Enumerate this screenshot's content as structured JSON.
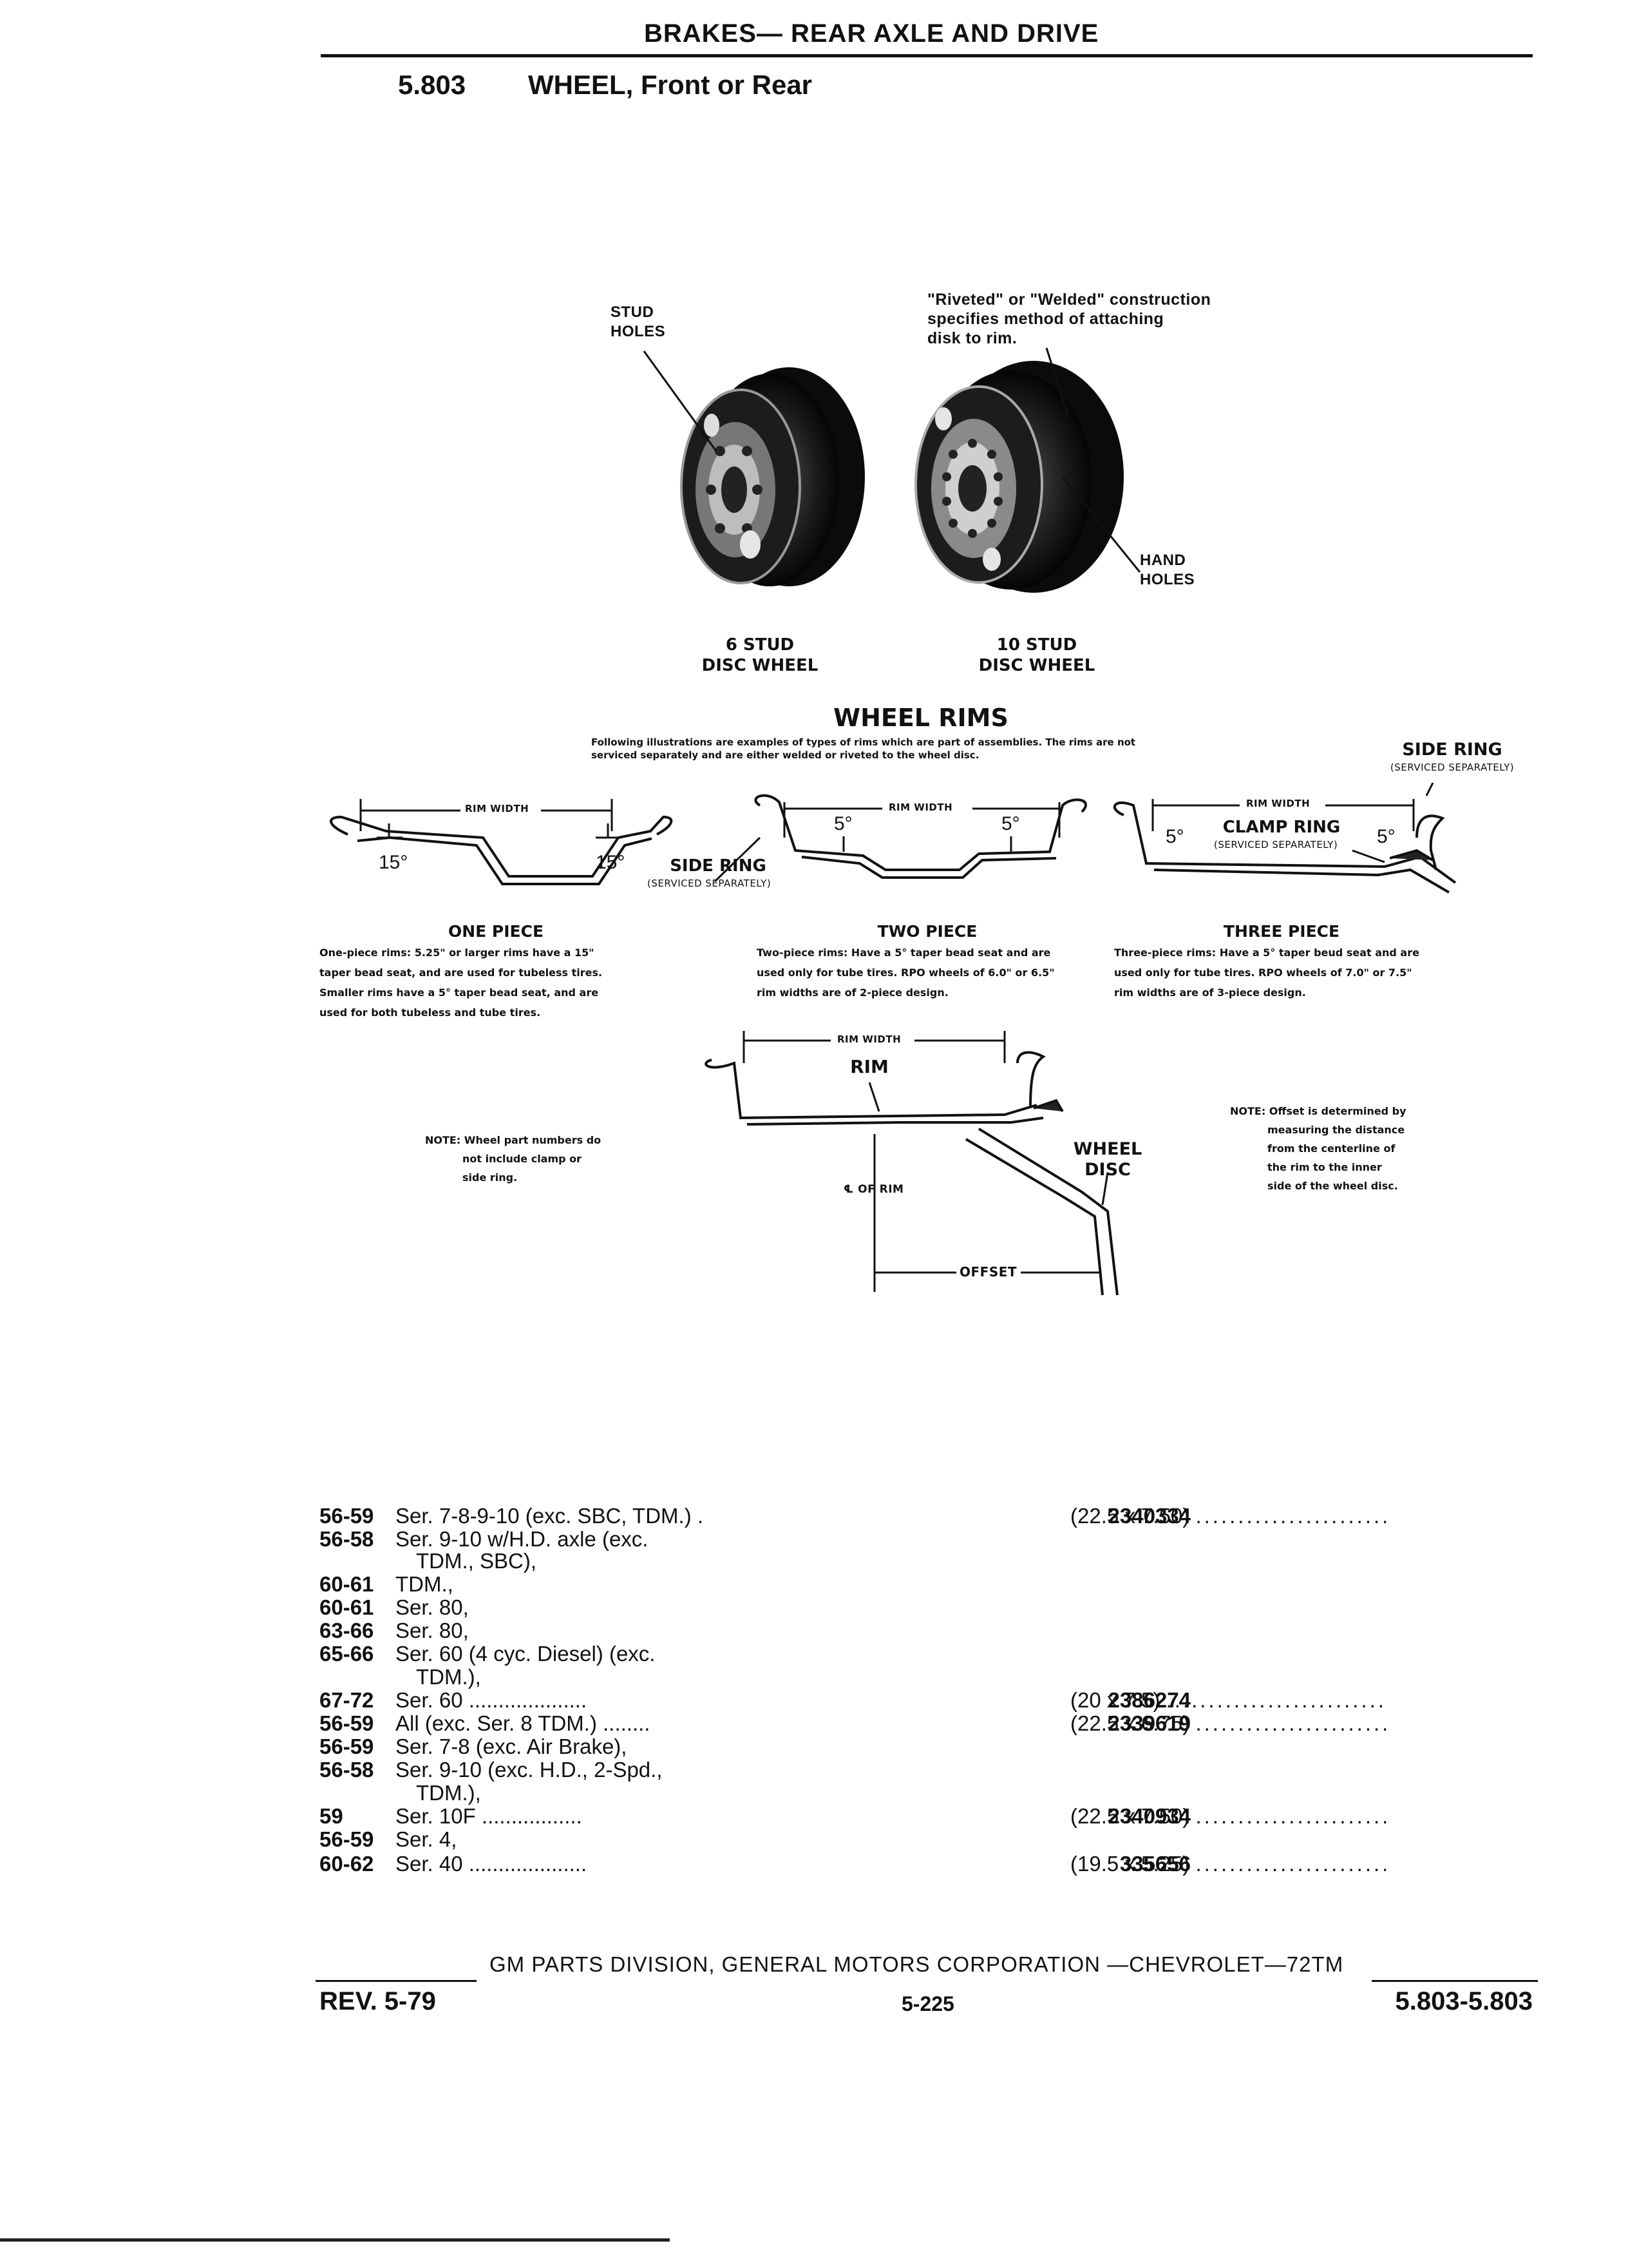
{
  "header": {
    "title": "BRAKES— REAR AXLE AND DRIVE",
    "section_number": "5.803",
    "section_title": "WHEEL, Front or Rear"
  },
  "wheels": {
    "stud_holes": [
      "STUD",
      "HOLES"
    ],
    "riveted_note": [
      "\"Riveted\" or \"Welded\" construction",
      "specifies method of attaching",
      "disk to rim."
    ],
    "hand_holes": [
      "HAND",
      "HOLES"
    ],
    "six_stud": [
      "6 STUD",
      "DISC WHEEL"
    ],
    "ten_stud": [
      "10 STUD",
      "DISC WHEEL"
    ]
  },
  "rims": {
    "heading": "WHEEL RIMS",
    "intro": [
      "Following illustrations are examples of types of rims which are part of assemblies. The rims are not",
      "serviced separately and are either welded or riveted to the wheel disc."
    ],
    "side_ring_right": "SIDE RING",
    "side_ring_right_sub": "(SERVICED SEPARATELY)",
    "rim_width": "RIM WIDTH",
    "angle_15": "15°",
    "angle_5": "5°",
    "side_ring": "SIDE RING",
    "side_ring_sub": "(SERVICED SEPARATELY)",
    "clamp_ring": "CLAMP RING",
    "clamp_ring_sub": "(SERVICED SEPARATELY)",
    "one_piece": {
      "title": "ONE PIECE",
      "lines": [
        "One-piece rims: 5.25\" or larger rims have a 15\"",
        "taper bead seat, and are used for tubeless tires.",
        "Smaller rims have a 5° taper bead seat, and are",
        "used for both tubeless and tube tires."
      ]
    },
    "two_piece": {
      "title": "TWO PIECE",
      "lines": [
        "Two-piece rims: Have a 5° taper bead seat and are",
        "used only for tube tires. RPO wheels of 6.0\" or 6.5\"",
        "rim widths are of 2-piece design."
      ]
    },
    "three_piece": {
      "title": "THREE PIECE",
      "lines": [
        "Three-piece rims: Have a 5° taper beud seat and are",
        "used only for tube tires. RPO wheels of 7.0\" or 7.5\"",
        "rim widths are of 3-piece design."
      ]
    }
  },
  "offset": {
    "rim_width": "RIM WIDTH",
    "rim": "RIM",
    "wheel_disc": "WHEEL DISC",
    "cl_of_rim": "℄ OF RIM",
    "offset": "OFFSET",
    "note_left": [
      "NOTE: Wheel part numbers do",
      "not include clamp or",
      "side ring."
    ],
    "note_right": [
      "NOTE: Offset is determined by",
      "measuring the distance",
      "from the centerline of",
      "the rim to the inner",
      "side of the wheel disc."
    ]
  },
  "parts": [
    {
      "years": "56-59",
      "desc": "Ser. 7-8-9-10 (exc. SBC, TDM.) .",
      "part": "2340334",
      "size": "(22.5 x 7.50)",
      "leader": "......................."
    },
    {
      "years": "56-58",
      "desc": "Ser. 9-10 w/H.D. axle (exc.",
      "part": "",
      "size": "",
      "leader": ""
    },
    {
      "years": "",
      "desc": "TDM., SBC),",
      "part": "",
      "size": "",
      "leader": ""
    },
    {
      "years": "60-61",
      "desc": "TDM.,",
      "part": "",
      "size": "",
      "leader": ""
    },
    {
      "years": "60-61",
      "desc": "Ser. 80,",
      "part": "",
      "size": "",
      "leader": ""
    },
    {
      "years": "63-66",
      "desc": "Ser. 80,",
      "part": "",
      "size": "",
      "leader": ""
    },
    {
      "years": "65-66",
      "desc": "Ser. 60 (4 cyc. Diesel) (exc.",
      "part": "",
      "size": "",
      "leader": ""
    },
    {
      "years": "",
      "desc": "TDM.),",
      "part": "",
      "size": "",
      "leader": ""
    },
    {
      "years": "67-72",
      "desc": "Ser. 60 ....................",
      "part": "2386274",
      "size": "(20 x 7.5)",
      "leader": ".........................."
    },
    {
      "years": "56-59",
      "desc": "All (exc. Ser. 8 TDM.) ........",
      "part": "2339619",
      "size": "(22.5 x 6.75)",
      "leader": "......................."
    },
    {
      "years": "56-59",
      "desc": "Ser. 7-8 (exc. Air Brake),",
      "part": "",
      "size": "",
      "leader": ""
    },
    {
      "years": "56-58",
      "desc": "Ser. 9-10 (exc. H.D., 2-Spd.,",
      "part": "",
      "size": "",
      "leader": ""
    },
    {
      "years": "",
      "desc": "TDM.),",
      "part": "",
      "size": "",
      "leader": ""
    },
    {
      "years": "59",
      "desc": "Ser. 10F .................",
      "part": "2340934",
      "size": "(22.5 x 7.50)",
      "leader": "......................."
    },
    {
      "years": "56-59",
      "desc": "Ser. 4,",
      "part": "",
      "size": "",
      "leader": ""
    },
    {
      "years": "60-62",
      "desc": "Ser. 40 ....................",
      "part": "335656",
      "size": "(19.5 x 5.25)",
      "leader": "......................."
    }
  ],
  "footer": {
    "text": "GM PARTS DIVISION, GENERAL MOTORS CORPORATION —CHEVROLET—72TM",
    "rev": "REV. 5-79",
    "page": "5-225",
    "range": "5.803-5.803"
  }
}
